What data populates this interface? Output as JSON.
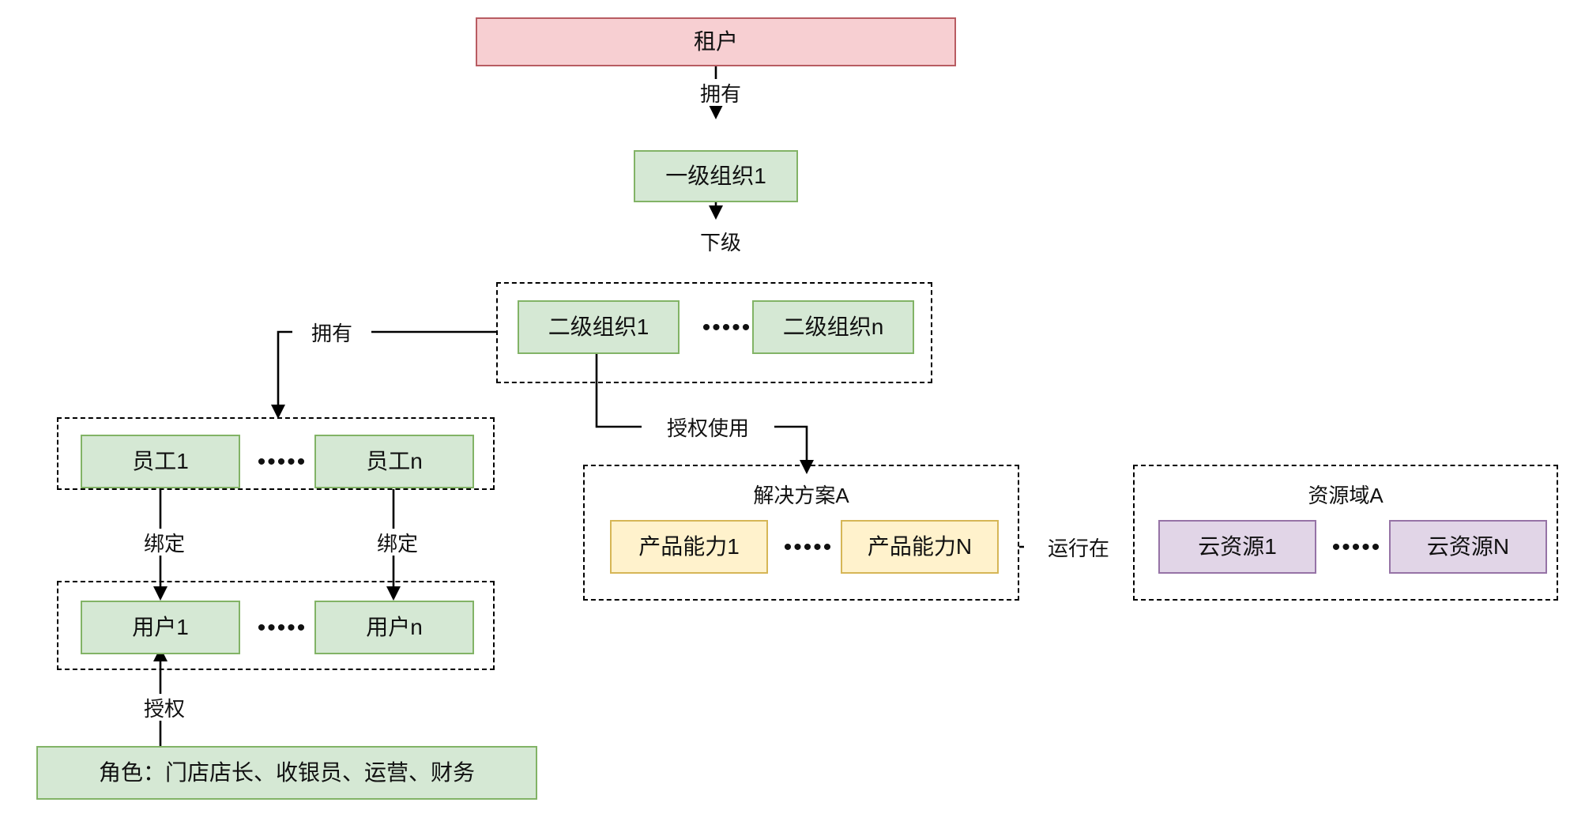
{
  "diagram": {
    "type": "hierarchy-flowchart",
    "title_present": false,
    "colors": {
      "tenant_fill": "#f7cfd2",
      "tenant_stroke": "#b85c62",
      "org_fill": "#d5e8d4",
      "org_stroke": "#82b366",
      "capability_fill": "#fff2cc",
      "capability_stroke": "#d6b656",
      "cloud_fill": "#e1d5e7",
      "cloud_stroke": "#9673a6",
      "line": "#000000",
      "background": "#ffffff"
    }
  },
  "nodes": {
    "tenant": {
      "label": "租户"
    },
    "org_level1": {
      "label": "一级组织1"
    },
    "org_level2_first": {
      "label": "二级组织1"
    },
    "org_level2_last": {
      "label": "二级组织n"
    },
    "employee_first": {
      "label": "员工1"
    },
    "employee_last": {
      "label": "员工n"
    },
    "user_first": {
      "label": "用户1"
    },
    "user_last": {
      "label": "用户n"
    },
    "role_box": {
      "label": "角色：门店店长、收银员、运营、财务"
    },
    "capability_first": {
      "label": "产品能力1"
    },
    "capability_last": {
      "label": "产品能力N"
    },
    "cloud_first": {
      "label": "云资源1"
    },
    "cloud_last": {
      "label": "云资源N"
    }
  },
  "groups": {
    "org_level2_group": {
      "title": ""
    },
    "employee_group": {
      "title": ""
    },
    "user_group": {
      "title": ""
    },
    "solution_group": {
      "title": "解决方案A"
    },
    "resource_domain_group": {
      "title": "资源域A"
    }
  },
  "edges": {
    "tenant_to_org1": {
      "label": "拥有"
    },
    "org1_to_org2": {
      "label": "下级"
    },
    "org2_to_employee": {
      "label": "拥有"
    },
    "employee1_to_user1": {
      "label": "绑定"
    },
    "employeen_to_usern": {
      "label": "绑定"
    },
    "role_to_user": {
      "label": "授权"
    },
    "org2_to_solution": {
      "label": "授权使用"
    },
    "solution_to_resource": {
      "label": "运行在"
    }
  },
  "ellipsis": {
    "org_level2": "•••••",
    "employee": "•••••",
    "user": "•••••",
    "capability": "•••••",
    "cloud": "•••••"
  }
}
